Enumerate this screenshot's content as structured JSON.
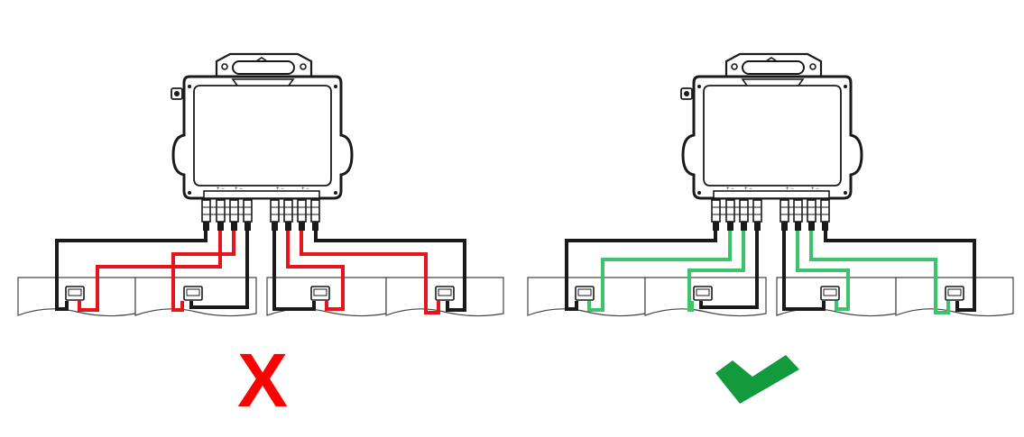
{
  "colors": {
    "wrong_wire": "#e8141b",
    "correct_wire": "#3cc46a",
    "outline": "#1a1a1a",
    "wrong_mark": "#ff0000",
    "correct_mark": "#129a3c"
  },
  "diagrams": [
    {
      "id": "incorrect-wiring",
      "verdict": "incorrect",
      "mark_icon": "x-mark-icon",
      "mark_text": "X"
    },
    {
      "id": "correct-wiring",
      "verdict": "correct",
      "mark_icon": "check-mark-icon"
    }
  ]
}
